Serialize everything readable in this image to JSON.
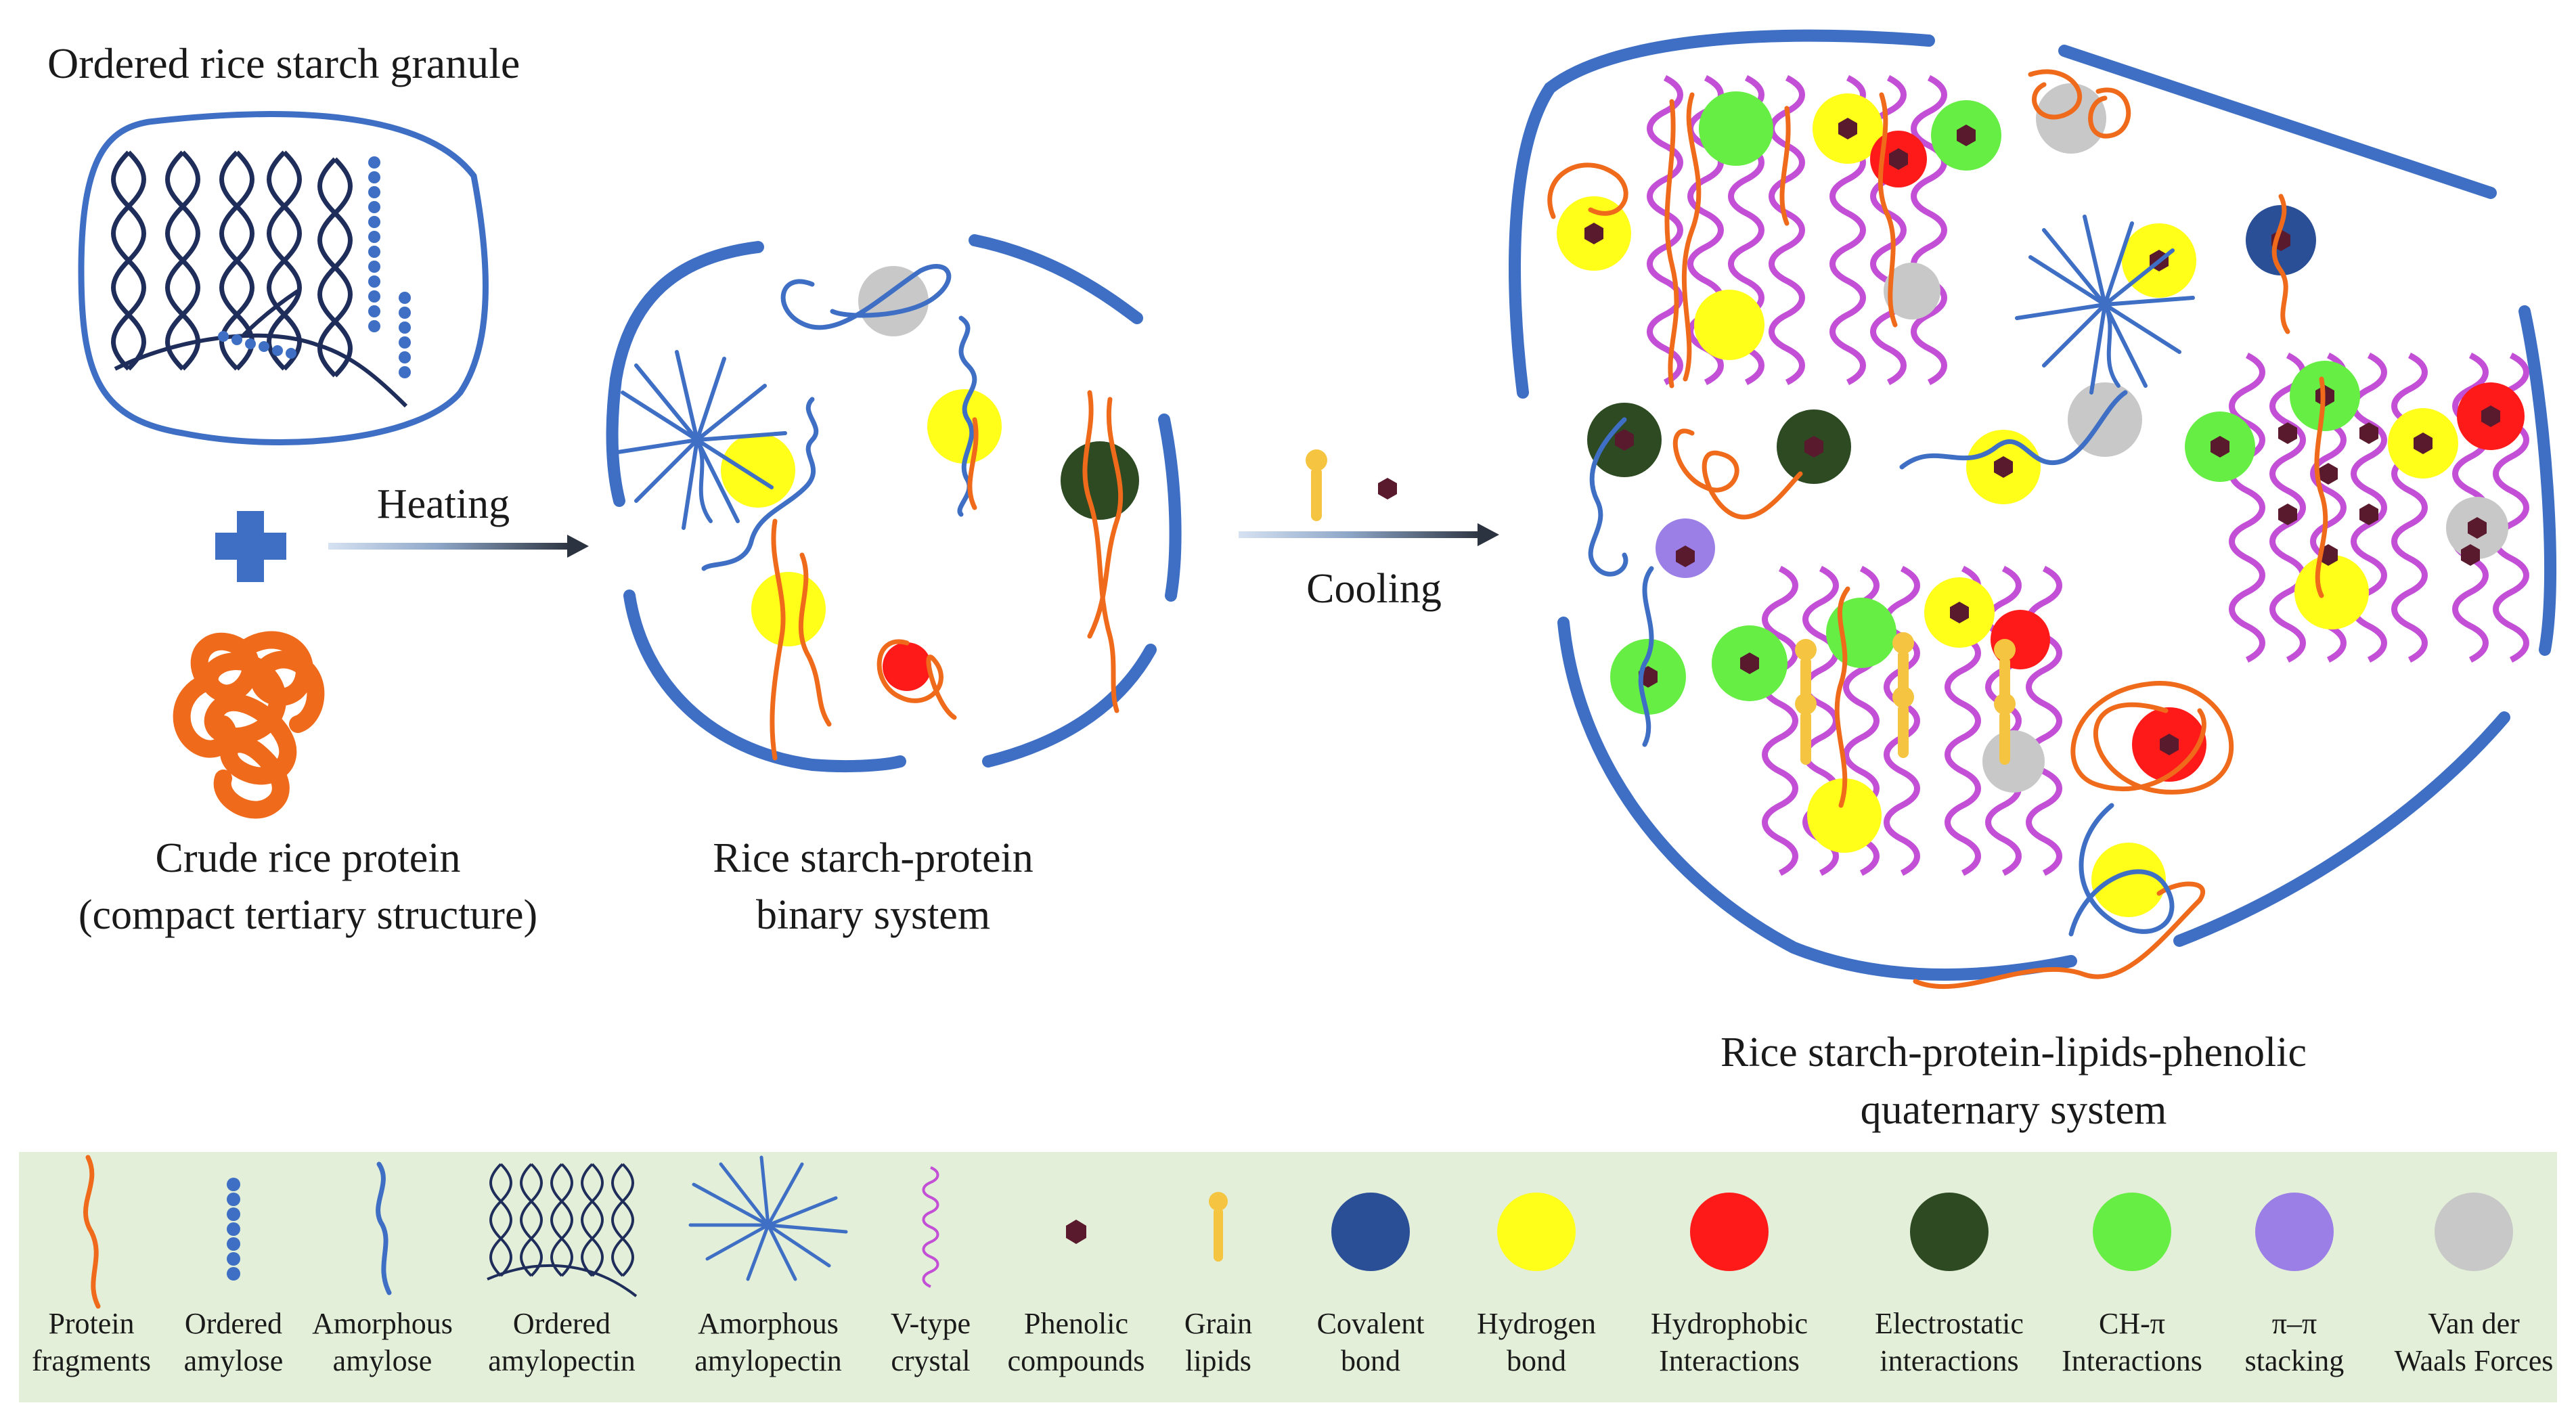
{
  "panels": {
    "granule_title": "Ordered rice starch granule",
    "protein_line1": "Crude rice protein",
    "protein_line2": "(compact tertiary structure)",
    "binary_line1": "Rice starch-protein",
    "binary_line2": "binary system",
    "quaternary_line1": "Rice starch-protein-lipids-phenolic",
    "quaternary_line2": "quaternary system"
  },
  "arrows": {
    "heating": "Heating",
    "cooling": "Cooling"
  },
  "legend": {
    "items": [
      {
        "line1": "Protein",
        "line2": "fragments",
        "icon": "protein-fragment-icon",
        "color": "#ef6a1a"
      },
      {
        "line1": "Ordered",
        "line2": "amylose",
        "icon": "ordered-amylose-icon",
        "color": "#3e6fc4"
      },
      {
        "line1": "Amorphous",
        "line2": "amylose",
        "icon": "amorphous-amylose-icon",
        "color": "#3e6fc4"
      },
      {
        "line1": "Ordered",
        "line2": "amylopectin",
        "icon": "ordered-amylopectin-icon",
        "color": "#1f2d5a"
      },
      {
        "line1": "Amorphous",
        "line2": "amylopectin",
        "icon": "amorphous-amylopectin-icon",
        "color": "#3e6fc4"
      },
      {
        "line1": "V-type",
        "line2": "crystal",
        "icon": "v-type-crystal-icon",
        "color": "#c24fd6"
      },
      {
        "line1": "Phenolic",
        "line2": "compounds",
        "icon": "phenolic-icon",
        "color": "#5a1a2e"
      },
      {
        "line1": "Grain",
        "line2": "lipids",
        "icon": "grain-lipid-icon",
        "color": "#f5c542"
      },
      {
        "line1": "Covalent",
        "line2": "bond",
        "icon": "covalent-bond-icon",
        "color": "#2a4f96"
      },
      {
        "line1": "Hydrogen",
        "line2": "bond",
        "icon": "hydrogen-bond-icon",
        "color": "#ffff1a"
      },
      {
        "line1": "Hydrophobic",
        "line2": "Interactions",
        "icon": "hydrophobic-icon",
        "color": "#ff1a1a"
      },
      {
        "line1": "Electrostatic",
        "line2": "interactions",
        "icon": "electrostatic-icon",
        "color": "#2d4a22"
      },
      {
        "line1": "CH-π",
        "line2": "Interactions",
        "icon": "ch-pi-icon",
        "color": "#66ee44"
      },
      {
        "line1": "π–π",
        "line2": "stacking",
        "icon": "pi-pi-icon",
        "color": "#9b7fe6"
      },
      {
        "line1": "Van der",
        "line2": "Waals Forces",
        "icon": "van-der-waals-icon",
        "color": "#c8c8c8"
      }
    ]
  }
}
